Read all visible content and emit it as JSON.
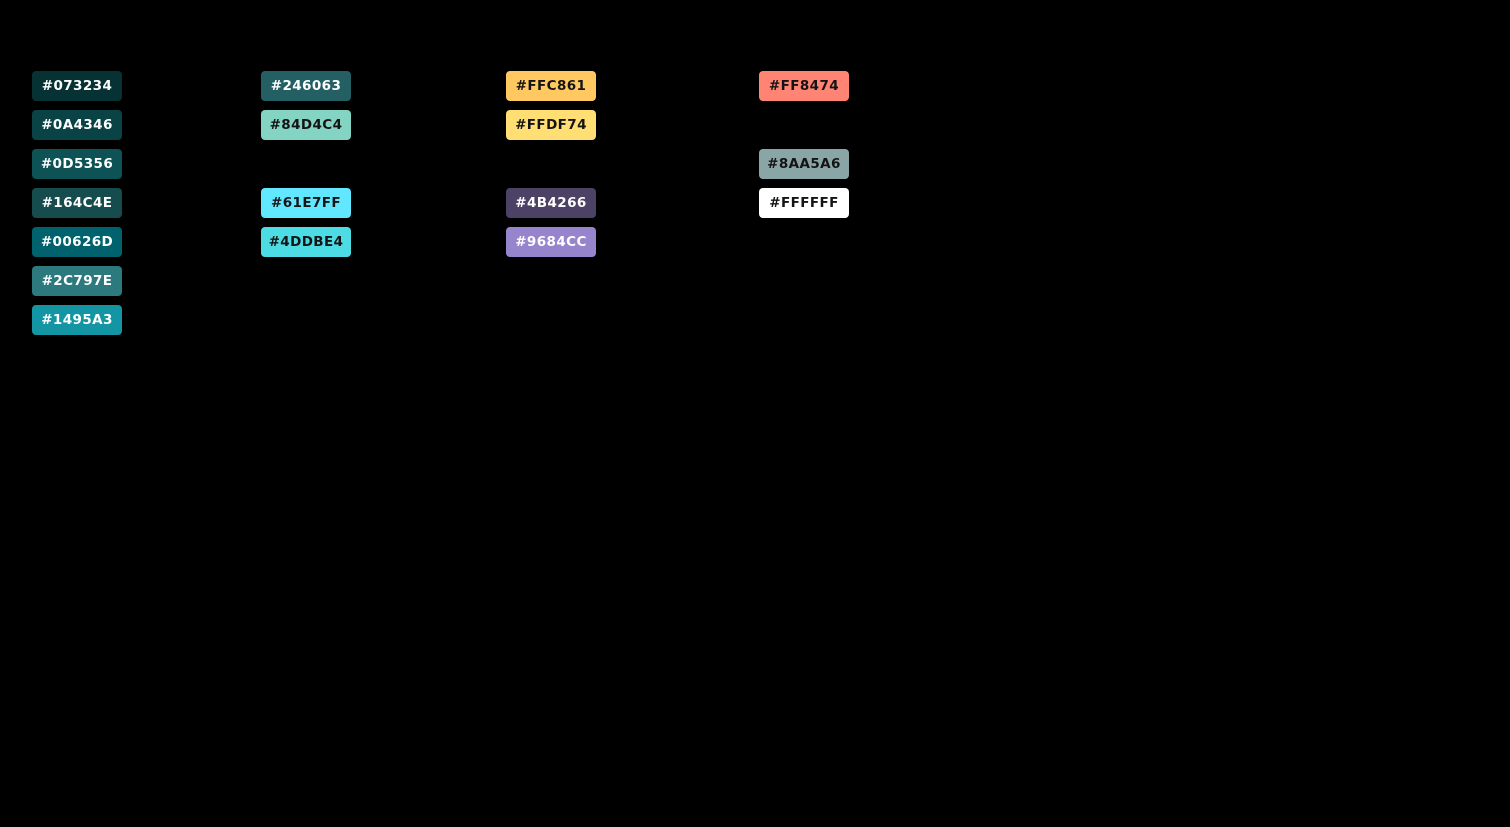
{
  "canvas": {
    "background": "#000000"
  },
  "palette": {
    "label_light_color": "#FFFFFF",
    "label_dark_color": "#141414",
    "swatches": [
      {
        "hex": "#073234",
        "col": 0,
        "row": 0,
        "tone": "light"
      },
      {
        "hex": "#0A4346",
        "col": 0,
        "row": 1,
        "tone": "light"
      },
      {
        "hex": "#0D5356",
        "col": 0,
        "row": 2,
        "tone": "light"
      },
      {
        "hex": "#164C4E",
        "col": 0,
        "row": 3,
        "tone": "light"
      },
      {
        "hex": "#00626D",
        "col": 0,
        "row": 4,
        "tone": "light"
      },
      {
        "hex": "#2C797E",
        "col": 0,
        "row": 5,
        "tone": "light"
      },
      {
        "hex": "#1495A3",
        "col": 0,
        "row": 6,
        "tone": "light"
      },
      {
        "hex": "#246063",
        "col": 1,
        "row": 0,
        "tone": "light"
      },
      {
        "hex": "#84D4C4",
        "col": 1,
        "row": 1,
        "tone": "dark"
      },
      {
        "hex": "#61E7FF",
        "col": 1,
        "row": 3,
        "tone": "dark"
      },
      {
        "hex": "#4DDBE4",
        "col": 1,
        "row": 4,
        "tone": "dark"
      },
      {
        "hex": "#FFC861",
        "col": 2,
        "row": 0,
        "tone": "dark"
      },
      {
        "hex": "#FFDF74",
        "col": 2,
        "row": 1,
        "tone": "dark"
      },
      {
        "hex": "#4B4266",
        "col": 2,
        "row": 3,
        "tone": "light"
      },
      {
        "hex": "#9684CC",
        "col": 2,
        "row": 4,
        "tone": "light"
      },
      {
        "hex": "#FF8474",
        "col": 3,
        "row": 0,
        "tone": "dark"
      },
      {
        "hex": "#8AA5A6",
        "col": 3,
        "row": 2,
        "tone": "dark"
      },
      {
        "hex": "#FFFFFF",
        "col": 3,
        "row": 3,
        "tone": "dark"
      }
    ]
  }
}
